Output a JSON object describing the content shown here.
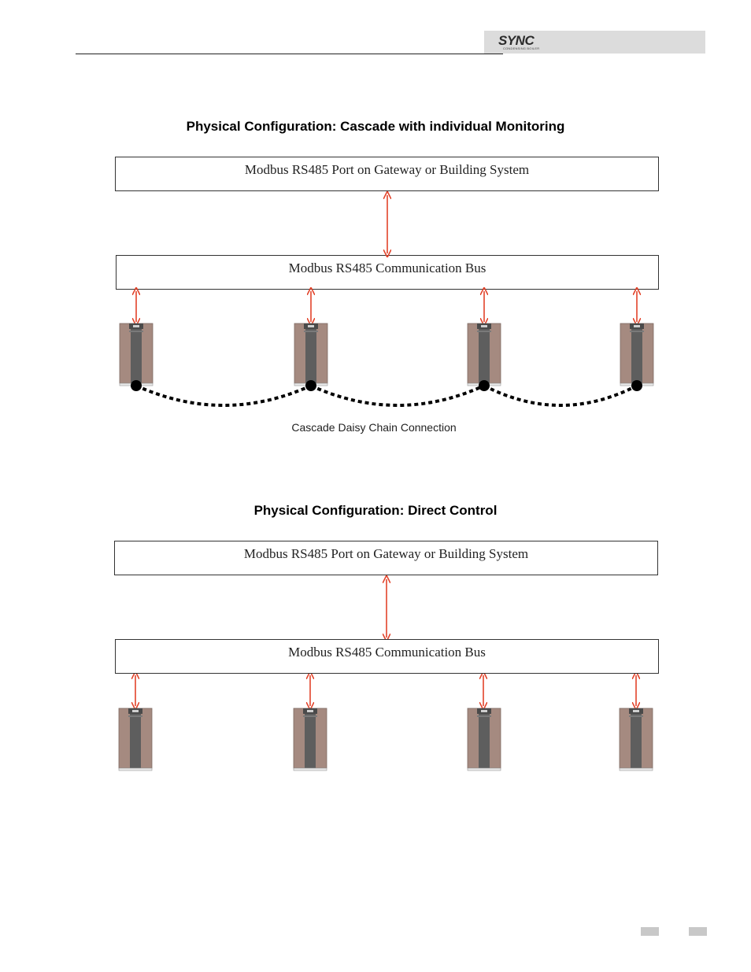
{
  "header": {
    "logo_text": "SYNC",
    "logo_subtitle": "CONDENSING BOILER"
  },
  "diagram1": {
    "title": "Physical Configuration:  Cascade with individual Monitoring",
    "gateway_box": "Modbus RS485 Port on Gateway or Building System",
    "bus_box": "Modbus RS485 Communication Bus",
    "chain_label": "Cascade Daisy Chain Connection",
    "boilers": [
      "boiler-1",
      "boiler-2",
      "boiler-3",
      "boiler-4"
    ]
  },
  "diagram2": {
    "title": "Physical Configuration:  Direct Control",
    "gateway_box": "Modbus RS485 Port on Gateway or Building System",
    "bus_box": "Modbus RS485 Communication Bus",
    "boilers": [
      "boiler-1",
      "boiler-2",
      "boiler-3",
      "boiler-4"
    ]
  },
  "colors": {
    "arrow": "#e2432a",
    "boiler_body": "#a58a80",
    "boiler_center": "#5e5e5e",
    "chain": "#000000"
  }
}
